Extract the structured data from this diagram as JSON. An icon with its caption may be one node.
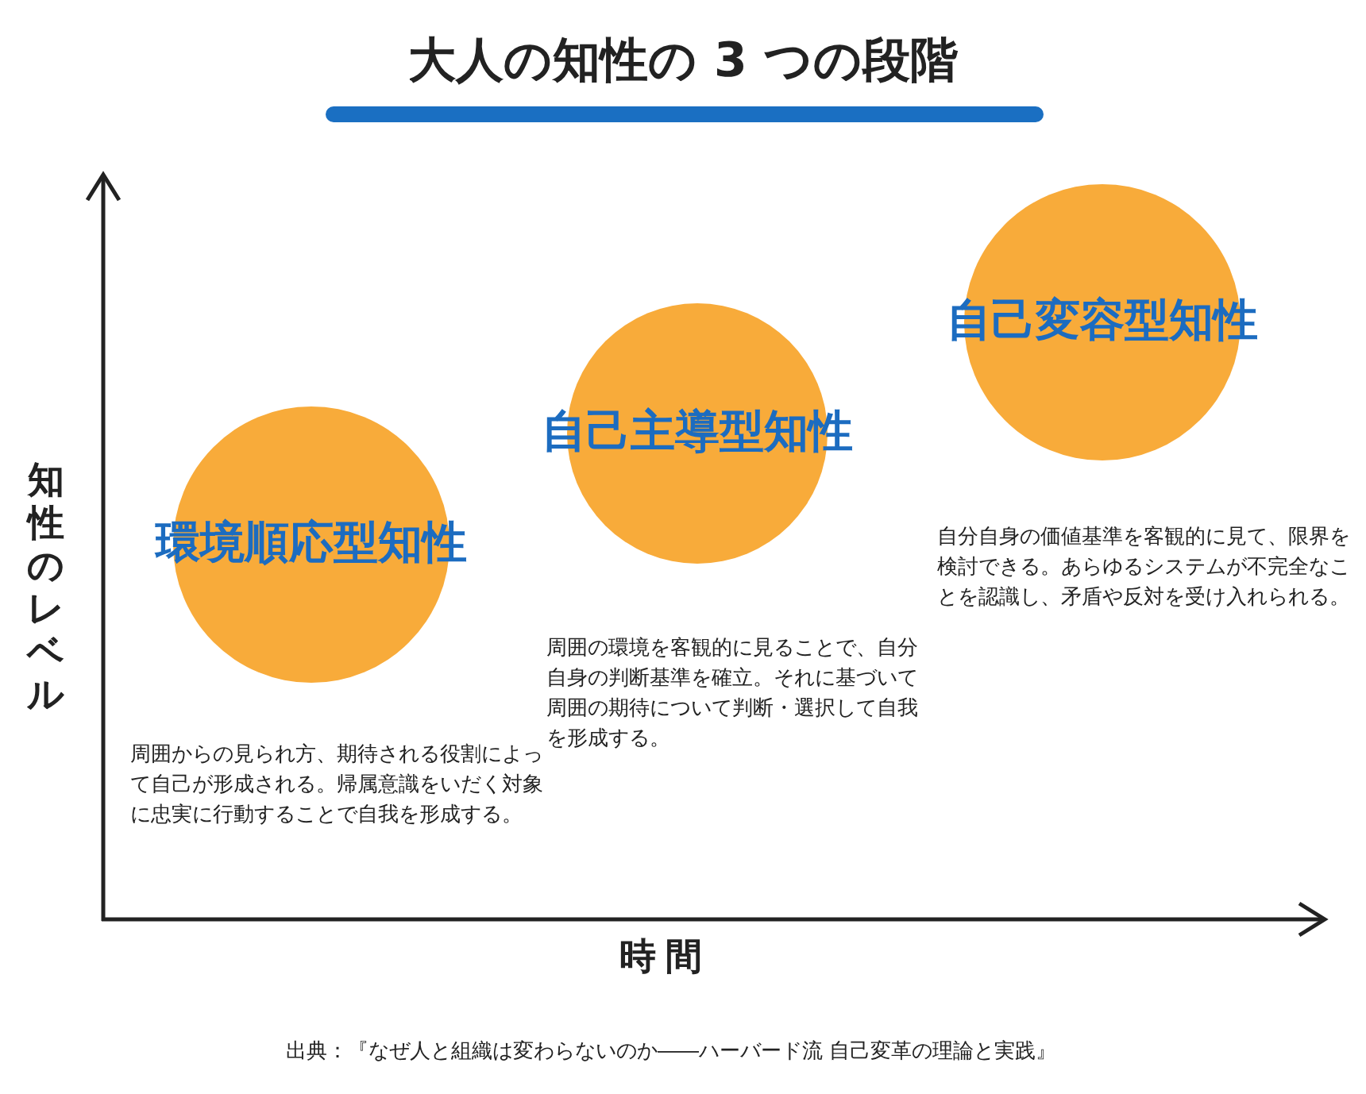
{
  "diagram": {
    "title": "大人の知性の 3 つの段階",
    "caption": "出典：『なぜ人と組織は変わらないのか――ハーバード流 自己変革の理論と実践』",
    "nodes": [
      {
        "text": [
          "環境順応型知性"
        ],
        "beside": [
          "周囲からの見られ方、期待される役割によって自己が形成される。帰属意識をいだく対象に忠実に行動することで自我を形成する。"
        ]
      },
      {
        "text": [
          "自己主導型知性"
        ],
        "beside": [
          "周囲の環境を客観的に見ることで、自分自身の判断基準を確立。それに基づいて周囲の期待について判断・選択して自我を形成する。"
        ]
      },
      {
        "text": [
          "自己変容型知性"
        ],
        "beside": [
          "自分自身の価値基準を客観的に見て、限界を検討できる。あらゆるシステムが不完全なことを認識し、矛盾や反対を受け入れられる。"
        ]
      }
    ],
    "edges": [],
    "labels": [
      "知性のレベル",
      "時間"
    ]
  }
}
